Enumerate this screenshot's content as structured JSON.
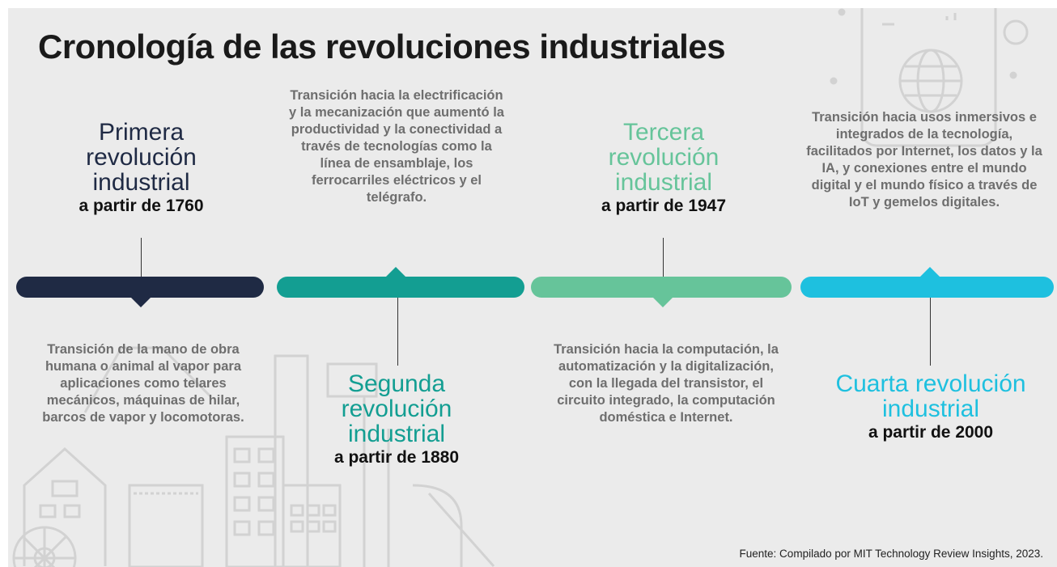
{
  "title": "Cronología de las revoluciones industriales",
  "source": "Fuente: Compilado por MIT Technology Review Insights, 2023.",
  "colors": {
    "first": "#1f2a44",
    "second": "#139e92",
    "third": "#66c49a",
    "fourth": "#1ec0df",
    "text": "#6e6e6e"
  },
  "revolutions": [
    {
      "name": "Primera revolución industrial",
      "date": "a partir de 1760",
      "description": "Transición de la mano de obra humana o animal al vapor para aplicaciones como telares mecánicos, máquinas de hilar, barcos de vapor y locomotoras."
    },
    {
      "name": "Segunda revolución industrial",
      "date": "a partir de 1880",
      "description": "Transición hacia la electrificación y la mecanización que aumentó la productividad y la conectividad a través de tecnologías como la línea de ensamblaje, los ferrocarriles eléctricos y el telégrafo."
    },
    {
      "name": "Tercera revolución industrial",
      "date": "a partir de 1947",
      "description": "Transición hacia la computación, la automatización y la digitalización, con la llegada del transistor, el circuito integrado, la computación doméstica e Internet."
    },
    {
      "name": "Cuarta revolución industrial",
      "date": "a partir de 2000",
      "description": "Transición hacia usos inmersivos e integrados de la tecnología, facilitados por Internet, los datos y la IA, y conexiones entre el mundo digital y el mundo físico a través de IoT y gemelos digitales."
    }
  ]
}
